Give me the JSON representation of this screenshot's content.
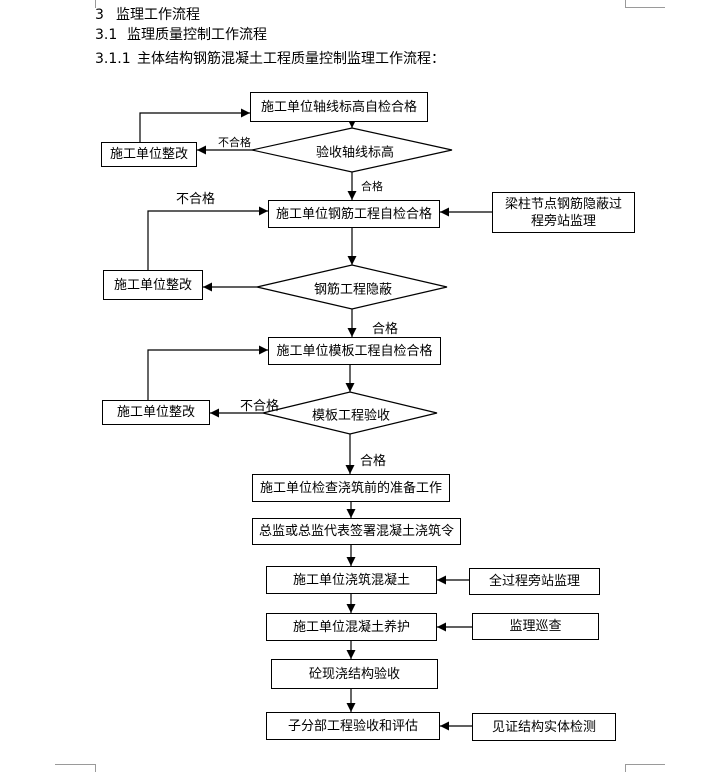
{
  "headings": {
    "h1_num": "3",
    "h1_text": "监理工作流程",
    "h2_num": "3.1",
    "h2_text": "监理质量控制工作流程",
    "h3_num": "3.1.1",
    "h3_text": "主体结构钢筋混凝土工程质量控制监理工作流程："
  },
  "flow": {
    "b1": "施工单位轴线标高自检合格",
    "d1": "验收轴线标高",
    "r1": "施工单位整改",
    "b2": "施工单位钢筋工程自检合格",
    "s1": "梁柱节点钢筋隐蔽过程旁站监理",
    "r2": "施工单位整改",
    "d2": "钢筋工程隐蔽",
    "b3": "施工单位模板工程自检合格",
    "r3": "施工单位整改",
    "d3": "模板工程验收",
    "b4": "施工单位检查浇筑前的准备工作",
    "b5": "总监或总监代表签署混凝土浇筑令",
    "b6": "施工单位浇筑混凝土",
    "s2": "全过程旁站监理",
    "b7": "施工单位混凝土养护",
    "s3": "监理巡查",
    "b8": "砼现浇结构验收",
    "b9": "子分部工程验收和评估",
    "s4": "见证结构实体检测"
  },
  "labels": {
    "fail1": "不合格",
    "pass1": "合格",
    "fail2": "不合格",
    "pass2": "合格",
    "fail3": "不合格",
    "pass3": "合格"
  }
}
